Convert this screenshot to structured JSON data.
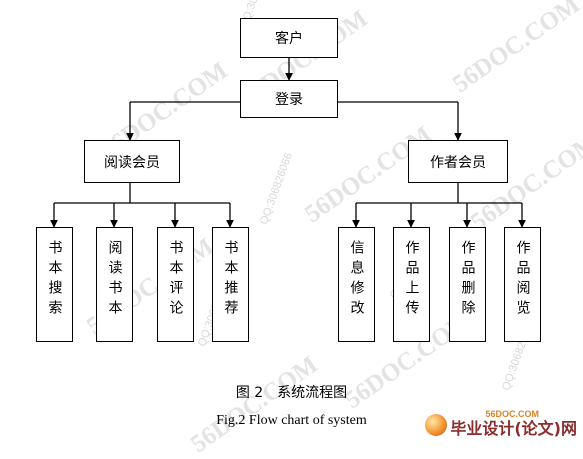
{
  "watermark": {
    "text": "56DOC.COM",
    "qq": "QQ:306826066"
  },
  "diagram": {
    "root": "客户",
    "login": "登录",
    "reader": {
      "label": "阅读会员",
      "children": [
        "书本搜索",
        "阅读书本",
        "书本评论",
        "书本推荐"
      ]
    },
    "author": {
      "label": "作者会员",
      "children": [
        "信息修改",
        "作品上传",
        "作品删除",
        "作品阅览"
      ]
    }
  },
  "caption": {
    "chinese": "图 2　系统流程图",
    "english": "Fig.2 Flow chart of system"
  },
  "logo": {
    "url": "56DOC.COM",
    "text": "毕业设计(论文)网"
  }
}
